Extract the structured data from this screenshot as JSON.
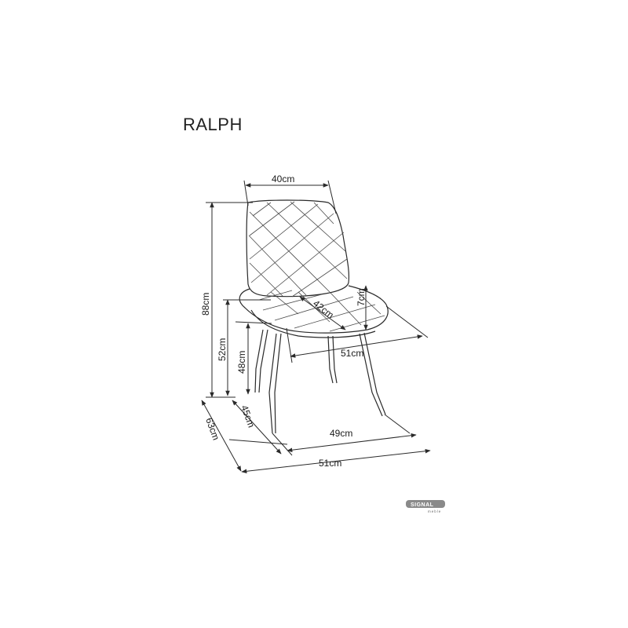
{
  "product": {
    "name": "RALPH"
  },
  "dimensions": {
    "backrest_width": "40cm",
    "total_height": "88cm",
    "armrest_height": "52cm",
    "seat_height": "48cm",
    "seat_depth_front": "42cm",
    "seat_thickness": "7cm",
    "seat_width": "51cm",
    "leg_depth": "45cm",
    "leg_width": "49cm",
    "total_depth": "63cm",
    "total_width": "51cm"
  },
  "brand": {
    "name": "SIGNAL",
    "tagline": "meble"
  },
  "colors": {
    "line": "#2a2a2a",
    "text": "#1a1a1a"
  }
}
